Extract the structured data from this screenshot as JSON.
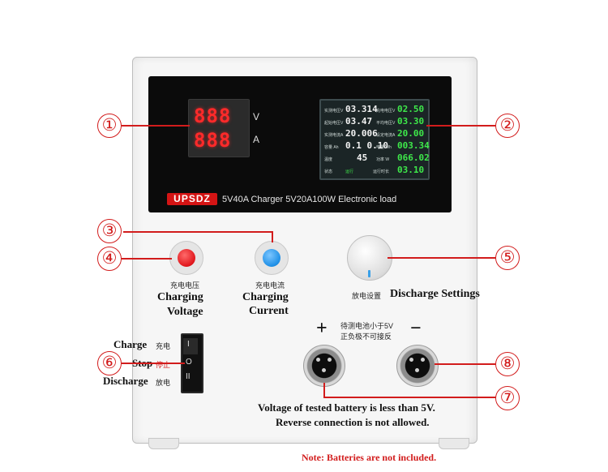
{
  "meter_left": {
    "voltage_display": "888",
    "current_display": "888",
    "voltage_unit": "V",
    "current_unit": "A"
  },
  "lcd": {
    "rows": [
      {
        "label_left": "实测电压V",
        "value_left": "03.314",
        "label_right": "充电电压V",
        "value_right": "02.50"
      },
      {
        "label_left": "起始电压V",
        "value_left": "03.47",
        "label_right": "平均电压V",
        "value_right": "03.30"
      },
      {
        "label_left": "实测电流A",
        "value_left": "20.006",
        "label_right": "设定电流A",
        "value_right": "20.00"
      },
      {
        "label_left": "容量 Ah",
        "value_left": "0.1 0.10",
        "label_right": "电量 Wh",
        "value_right": "003.34"
      },
      {
        "label_left": "温度",
        "value_left": "45",
        "label_right": "功率 W",
        "value_right": "066.02"
      },
      {
        "label_left": "状态",
        "value_left": "运行",
        "label_right": "运行时长",
        "value_right": "03.10"
      }
    ]
  },
  "brand": {
    "logo": "UPSDZ",
    "text": "5V40A Charger  5V20A100W Electronic load"
  },
  "controls": {
    "charging_voltage_cn": "充电电压",
    "charging_voltage_en_1": "Charging",
    "charging_voltage_en_2": "Voltage",
    "charging_current_cn": "充电电流",
    "charging_current_en_1": "Charging",
    "charging_current_en_2": "Current",
    "discharge_cn": "放电设置",
    "discharge_en": "Discharge Settings"
  },
  "switch": {
    "charge_en": "Charge",
    "charge_cn": "充电",
    "stop_en": "Stop",
    "stop_cn": "停止",
    "discharge_en": "Discharge",
    "discharge_cn": "放电",
    "on_symbol": "I",
    "off_symbol": "O",
    "discharge_symbol": "II"
  },
  "sockets": {
    "plus": "+",
    "minus": "−",
    "note_cn_1": "待测电池小于5V",
    "note_cn_2": "正负极不可接反"
  },
  "notes": {
    "voltage_note": "Voltage of tested battery is less than 5V.",
    "reverse_note": "Reverse connection is not allowed.",
    "batteries_note": "Note: Batteries are not included."
  },
  "callouts": [
    "①",
    "②",
    "③",
    "④",
    "⑤",
    "⑥",
    "⑦",
    "⑧"
  ],
  "colors": {
    "callout": "#d21c1c",
    "button_red": "#e0161c",
    "button_blue": "#1e8fe6",
    "display_red": "#ff2a2a",
    "lcd_green": "#3ee84a",
    "brand_red": "#d41414"
  }
}
